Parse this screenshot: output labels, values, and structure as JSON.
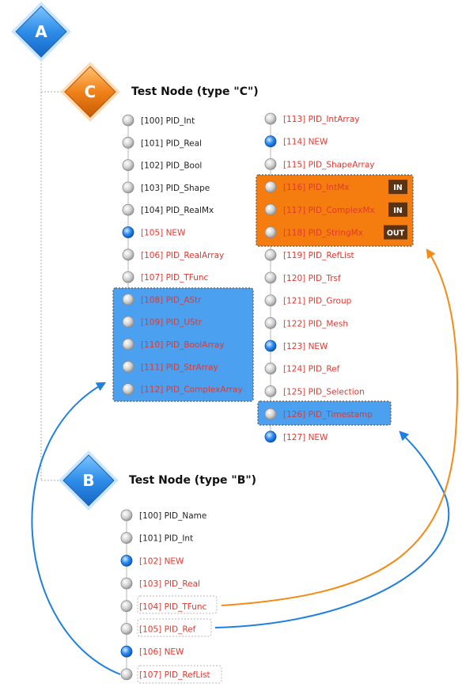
{
  "nodes": [
    {
      "letter": "A"
    },
    {
      "letter": "C",
      "title": "Test Node (type \"C\")"
    },
    {
      "letter": "B",
      "title": "Test Node (type \"B\")"
    }
  ],
  "colors": {
    "blue_node": "#2b8ce6",
    "orange_node": "#ee7b10",
    "blue_group": "#4ca0f0",
    "orange_group": "#f57d0f",
    "red_text": "#e2382f",
    "dark_text": "#222222",
    "arrow_blue": "#1e7fe0",
    "arrow_orange": "#f58a15"
  },
  "c_left": [
    {
      "label": "[100] PID_Int",
      "state": "normal"
    },
    {
      "label": "[101] PID_Real",
      "state": "normal"
    },
    {
      "label": "[102] PID_Bool",
      "state": "normal"
    },
    {
      "label": "[103] PID_Shape",
      "state": "normal"
    },
    {
      "label": "[104] PID_RealMx",
      "state": "normal"
    },
    {
      "label": "[105] NEW",
      "state": "new"
    },
    {
      "label": "[106] PID_RealArray",
      "state": "red"
    },
    {
      "label": "[107] PID_TFunc",
      "state": "red"
    },
    {
      "label": "[108] PID_AStr",
      "state": "red"
    },
    {
      "label": "[109] PID_UStr",
      "state": "red"
    },
    {
      "label": "[110] PID_BoolArray",
      "state": "red"
    },
    {
      "label": "[111] PID_StrArray",
      "state": "red"
    },
    {
      "label": "[112] PID_ComplexArray",
      "state": "red"
    }
  ],
  "c_right": [
    {
      "label": "[113] PID_IntArray",
      "state": "red"
    },
    {
      "label": "[114] NEW",
      "state": "new"
    },
    {
      "label": "[115] PID_ShapeArray",
      "state": "red"
    },
    {
      "label": "[116] PID_IntMx",
      "state": "red",
      "tag": "IN"
    },
    {
      "label": "[117] PID_ComplexMx",
      "state": "red",
      "tag": "IN"
    },
    {
      "label": "[118] PID_StringMx",
      "state": "red",
      "tag": "OUT"
    },
    {
      "label": "[119] PID_RefList",
      "state": "red"
    },
    {
      "label": "[120] PID_Trsf",
      "state": "red"
    },
    {
      "label": "[121] PID_Group",
      "state": "red"
    },
    {
      "label": "[122] PID_Mesh",
      "state": "red"
    },
    {
      "label": "[123] NEW",
      "state": "new"
    },
    {
      "label": "[124] PID_Ref",
      "state": "red"
    },
    {
      "label": "[125] PID_Selection",
      "state": "red"
    },
    {
      "label": "[126] PID_Timestamp",
      "state": "red"
    },
    {
      "label": "[127] NEW",
      "state": "new"
    }
  ],
  "b_list": [
    {
      "label": "[100] PID_Name",
      "state": "normal"
    },
    {
      "label": "[101] PID_Int",
      "state": "normal"
    },
    {
      "label": "[102] NEW",
      "state": "new"
    },
    {
      "label": "[103] PID_Real",
      "state": "red"
    },
    {
      "label": "[104] PID_TFunc",
      "state": "red",
      "boxed": true
    },
    {
      "label": "[105] PID_Ref",
      "state": "red",
      "boxed": true
    },
    {
      "label": "[106] NEW",
      "state": "new"
    },
    {
      "label": "[107] PID_RefList",
      "state": "red",
      "boxed": true
    }
  ]
}
